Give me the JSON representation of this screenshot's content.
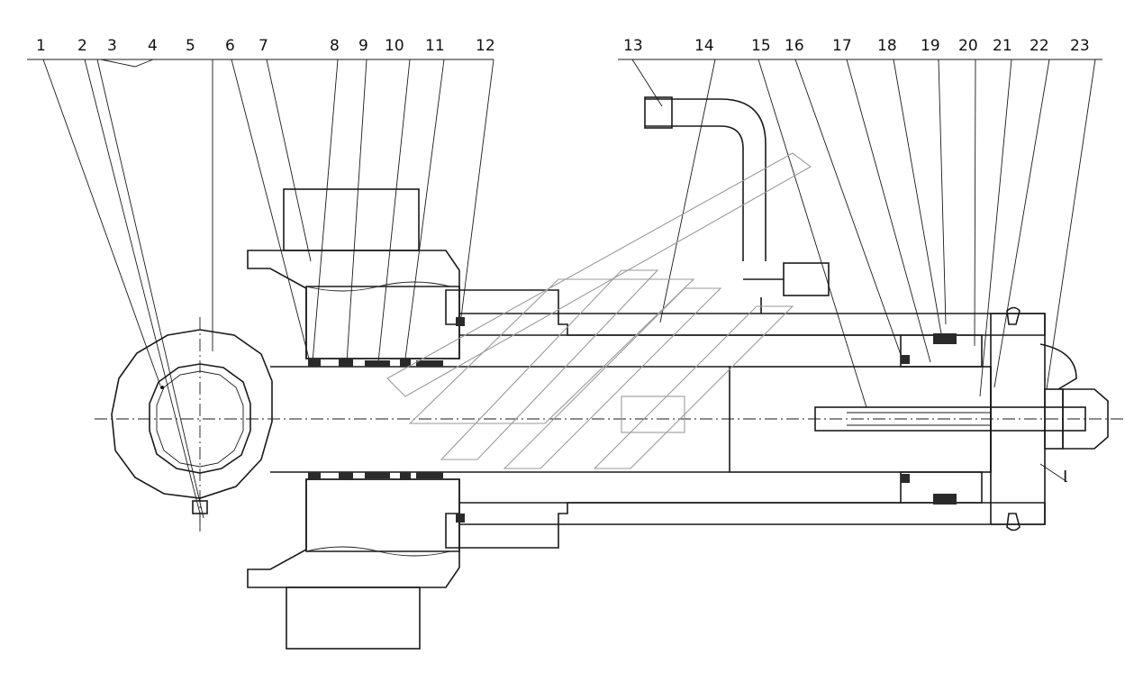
{
  "drawing": {
    "title": "",
    "part_numbers": [
      "1",
      "2",
      "3",
      "4",
      "5",
      "6",
      "7",
      "8",
      "9",
      "10",
      "11",
      "12",
      "13",
      "14",
      "15",
      "16",
      "17",
      "18",
      "19",
      "20",
      "21",
      "22",
      "23"
    ],
    "section_mark": "I"
  }
}
